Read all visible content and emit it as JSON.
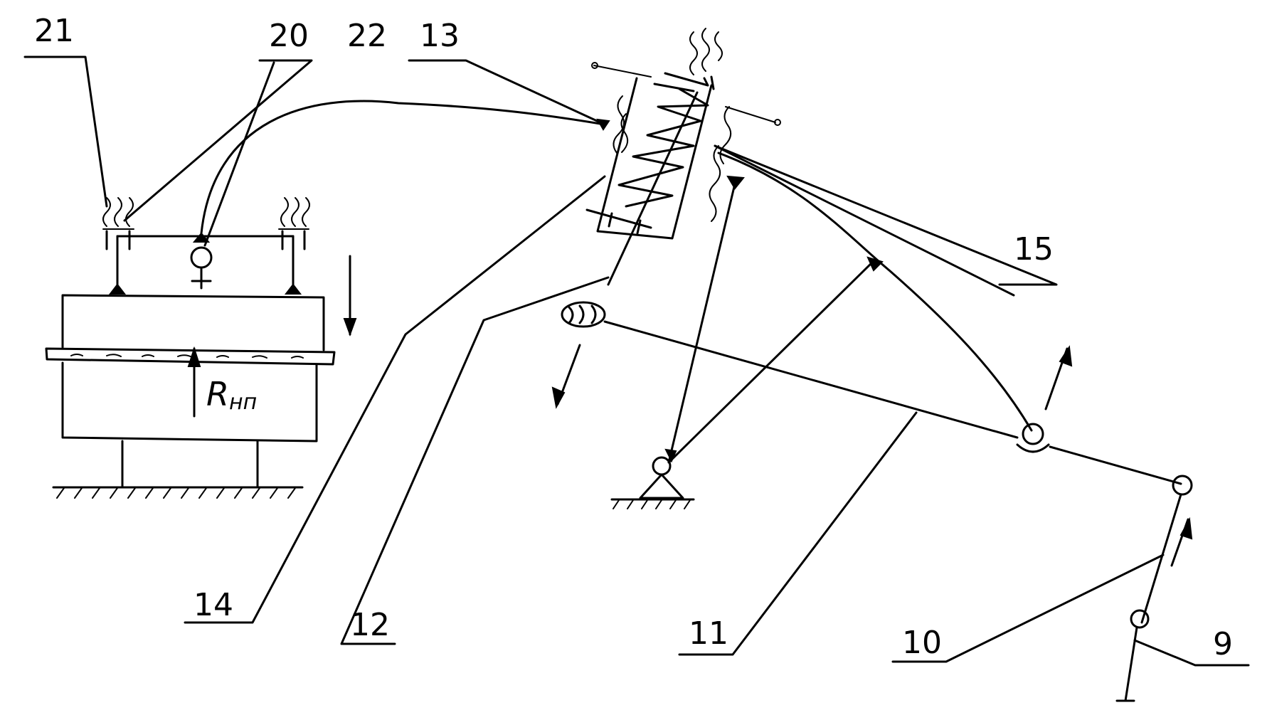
{
  "diagram": {
    "callouts": [
      {
        "id": "21",
        "text": "21"
      },
      {
        "id": "20",
        "text": "20"
      },
      {
        "id": "22",
        "text": "22"
      },
      {
        "id": "13",
        "text": "13"
      },
      {
        "id": "15",
        "text": "15"
      },
      {
        "id": "14",
        "text": "14"
      },
      {
        "id": "12",
        "text": "12"
      },
      {
        "id": "11",
        "text": "11"
      },
      {
        "id": "10",
        "text": "10"
      },
      {
        "id": "9",
        "text": "9"
      }
    ],
    "force_label": {
      "main": "R",
      "sub": "нп"
    }
  }
}
